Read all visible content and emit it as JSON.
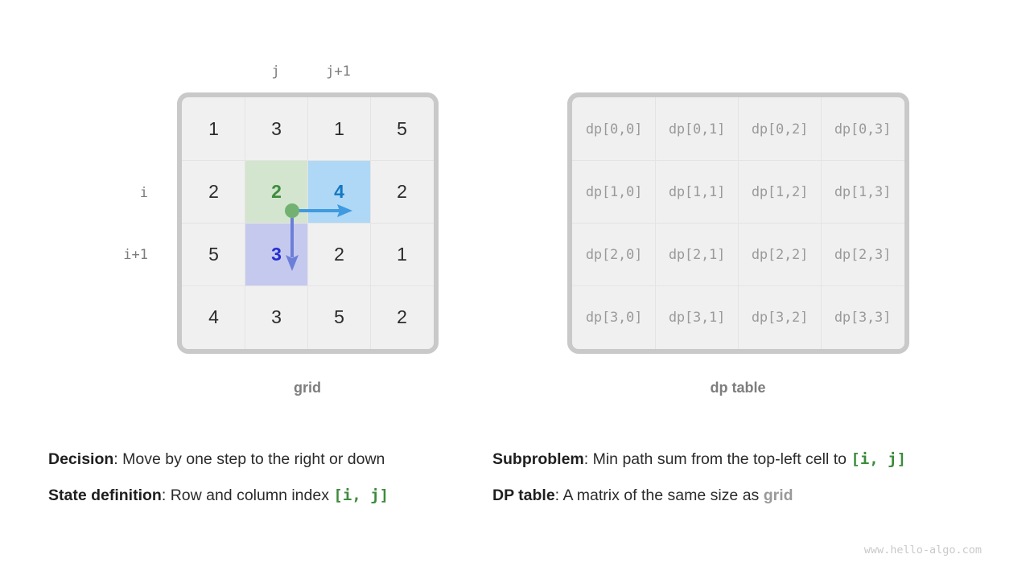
{
  "diagram": {
    "grid": {
      "caption": "grid",
      "col_labels": {
        "j": "j",
        "j_plus_1": "j+1"
      },
      "row_labels": {
        "i": "i",
        "i_plus_1": "i+1"
      },
      "rows": [
        [
          "1",
          "3",
          "1",
          "5"
        ],
        [
          "2",
          "2",
          "4",
          "2"
        ],
        [
          "5",
          "3",
          "2",
          "1"
        ],
        [
          "4",
          "3",
          "5",
          "2"
        ]
      ],
      "highlights": {
        "green_cell": {
          "row": 1,
          "col": 1,
          "value": "2",
          "fill": "#d3e5cf",
          "text_color": "#3d8b3d"
        },
        "blue_cell": {
          "row": 1,
          "col": 2,
          "value": "4",
          "fill": "#aed8f5",
          "text_color": "#1478c2"
        },
        "purple_cell": {
          "row": 2,
          "col": 1,
          "value": "3",
          "fill": "#c6c9ee",
          "text_color": "#2330cf"
        }
      },
      "arrows": {
        "origin_dot_color": "#73b173",
        "right_arrow_color": "#3f9ae0",
        "down_arrow_color": "#6b7fd8"
      }
    },
    "dp_table": {
      "caption": "dp table",
      "rows": [
        [
          "dp[0,0]",
          "dp[0,1]",
          "dp[0,2]",
          "dp[0,3]"
        ],
        [
          "dp[1,0]",
          "dp[1,1]",
          "dp[1,2]",
          "dp[1,3]"
        ],
        [
          "dp[2,0]",
          "dp[2,1]",
          "dp[2,2]",
          "dp[2,3]"
        ],
        [
          "dp[3,0]",
          "dp[3,1]",
          "dp[3,2]",
          "dp[3,3]"
        ]
      ]
    }
  },
  "notes": {
    "decision": {
      "label": "Decision",
      "separator": ": ",
      "text": "Move by one step to the right or down"
    },
    "state_definition": {
      "label": "State definition",
      "separator": ": ",
      "text": "Row and column index ",
      "code": "[i, j]"
    },
    "subproblem": {
      "label": "Subproblem",
      "separator": ": ",
      "text": "Min path sum from the top-left cell to ",
      "code": "[i, j]"
    },
    "dp_table": {
      "label": "DP table",
      "separator": ": ",
      "text": "A matrix of the same size as ",
      "code": "grid"
    }
  },
  "watermark": "www.hello-algo.com"
}
